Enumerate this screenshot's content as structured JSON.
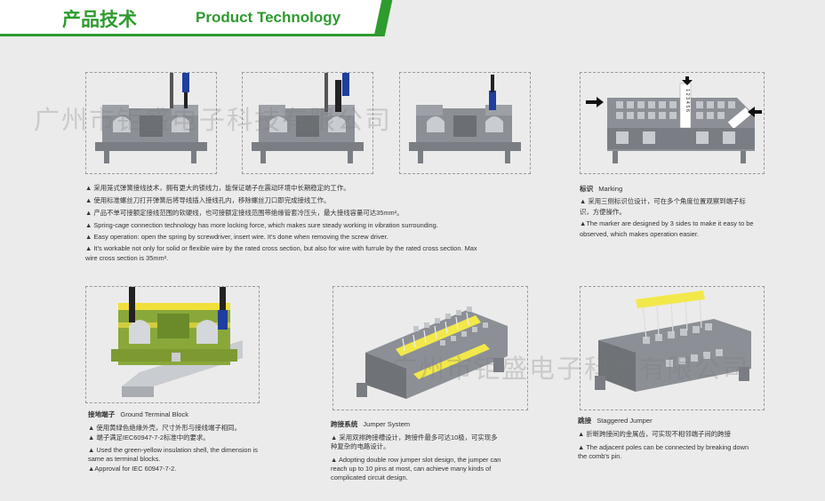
{
  "header": {
    "title_cn": "产品技术",
    "title_en": "Product Technology",
    "accent_color": "#2e9b2e"
  },
  "watermark": "广州市钜盛电子科技有限公司",
  "spring_cage": {
    "lines": [
      "▲ 采用笼式弹簧接线技术，拥有更大的锁线力，能保证端子在震动环境中长期稳定的工作。",
      "▲ 使用标准螺丝刀打开弹簧后将导线插入接线孔内，移除螺丝刀口即完成接线工作。",
      "▲ 产品不单可接额定接线范围的软硬线，也可接额定接线范围带绝缘管套冷压头，最大接线容量可达35mm²。",
      "▲ Spring-cage connection technology has more locking force, which makes sure steady working in vibration surrounding.",
      "▲ Easy operation: open the spring by screwdriver, insert wire. It’s done when removing the screw driver.",
      "▲ It’s workable not only for solid or flexible wire by the rated cross section, but also for wire with furrule by the rated cross section. Max",
      "wire cross section is 35mm²."
    ]
  },
  "marking": {
    "title_cn": "标识",
    "title_en": "Marking",
    "lines": [
      "▲ 采用三侧标识位设计，可在多个角度位置观察到端子标",
      "识，方便操作。",
      "▲The marker are designed by 3 sides to make it easy to be",
      "observed, which makes operation easier."
    ],
    "marker_digits": "1 2 3 4 5 6"
  },
  "ground": {
    "title_cn": "接地端子",
    "title_en": "Ground Terminal Block",
    "lines": [
      "▲ 使用黄绿色绝缘外壳，尺寸外形与接线端子相同。",
      "▲ 端子满足IEC60947-7-2标准中的要求。",
      "▲ Used the green-yellow insulation shell, the dimension is",
      "same as terminal blocks.",
      "▲Approval for IEC 60947-7-2."
    ]
  },
  "jumper": {
    "title_cn": "跨接系统",
    "title_en": "Jumper System",
    "lines": [
      "▲ 采用双排跨接槽设计，跨接件最多可达10极，可实现多",
      "种复杂的电路设计。",
      "▲ Adopting double row jumper slot design, the jumper can",
      "reach up to 10 pins at most, can achieve many kinds of",
      "complicated circuit design."
    ]
  },
  "staggered": {
    "title_cn": "跳接",
    "title_en": "Staggered Jumper",
    "lines": [
      "▲ 折断跨接间的金属齿，可实现不相邻端子间的跨接",
      "▲ The adjacent poles can be connected by breaking down",
      "the comb's pin."
    ]
  },
  "colors": {
    "terminal_gray": "#8c9096",
    "ground_green": "#8aa83a",
    "jumper_yellow": "#f2e84a",
    "wire_blue": "#1f3e9e"
  }
}
